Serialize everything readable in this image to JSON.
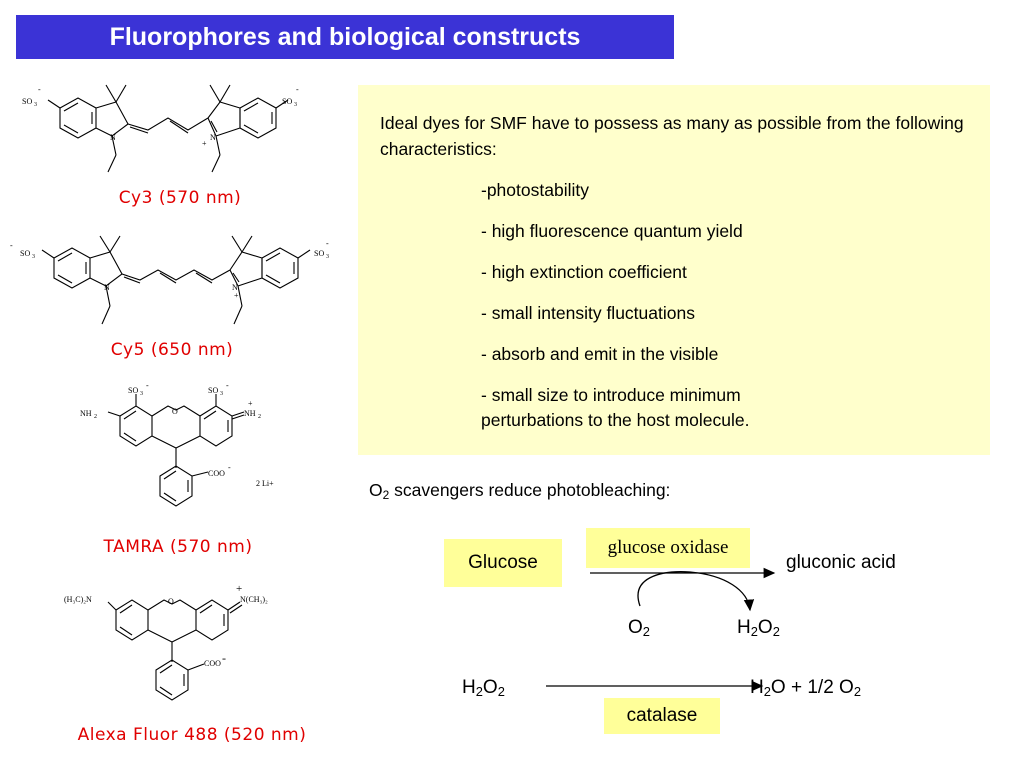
{
  "title": "Fluorophores and biological constructs",
  "molecules": [
    {
      "caption": "Cy3 (570 nm)",
      "sulfo": "SO",
      "sub3": "3",
      "minus": "-",
      "n": "N",
      "plus": "+"
    },
    {
      "caption": "Cy5 (650 nm)",
      "sulfo": "SO",
      "sub3": "3",
      "minus": "-",
      "n": "N",
      "plus": "+"
    },
    {
      "caption": "TAMRA (570 nm)",
      "nh2": "NH",
      "sub2": "2",
      "sulfo": "SO",
      "sub3": "3",
      "minus": "-",
      "plus": "+",
      "o": "O",
      "coo": "COO",
      "li": "2 Li+"
    },
    {
      "caption": "Alexa Fluor 488 (520 nm)",
      "left_amine": "(H₃C)₂N",
      "right_amine": "N(CH₃)₂",
      "plus": "+",
      "o": "O",
      "coo": "COO",
      "minus": "-"
    }
  ],
  "info_box": {
    "intro": "Ideal dyes for SMF have to possess as many as possible from the following characteristics:",
    "items": [
      "-photostability",
      "- high fluorescence quantum yield",
      "- high extinction coefficient",
      "- small intensity fluctuations",
      "- absorb and emit in the visible",
      "- small size to introduce minimum perturbations to the host molecule."
    ]
  },
  "scavengers": {
    "o": "O",
    "o_sub": "2",
    "text": " scavengers reduce photobleaching:"
  },
  "reaction1": {
    "substrate": "Glucose",
    "enzyme": "glucose oxidase",
    "product": "gluconic acid",
    "co_reactant": {
      "base": "O",
      "sub": "2"
    },
    "co_product": {
      "h": "H",
      "h_sub": "2",
      "o": "O",
      "o_sub": "2"
    }
  },
  "reaction2": {
    "substrate": {
      "h": "H",
      "h_sub": "2",
      "o": "O",
      "o_sub": "2"
    },
    "product": {
      "h": "H",
      "h_sub": "2",
      "mid": "O + 1/2 O",
      "o_sub": "2"
    },
    "enzyme": "catalase"
  },
  "colors": {
    "title_bg": "#3b33d6",
    "caption": "#e00000",
    "box_bg": "#ffffcc",
    "chip_bg": "#ffff99"
  }
}
